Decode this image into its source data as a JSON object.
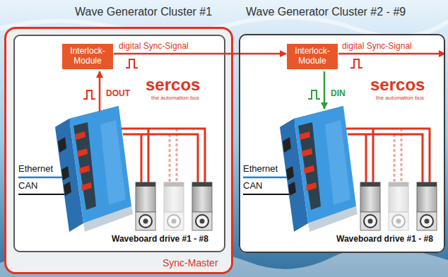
{
  "diagram": {
    "nodes": [
      {
        "text": [
          "Wave Generator Cluster #1",
          "Sync-Master"
        ]
      },
      {
        "text": [
          "Interlock-Module"
        ],
        "in": 0
      },
      {
        "text": [
          "Wave Generator Cluster #2 - #9"
        ]
      },
      {
        "text": [
          "Interlock-Module"
        ],
        "in": 2
      }
    ],
    "edges": [
      {
        "from": 1,
        "to": 3,
        "arrow": "to",
        "label": "digital Sync-Signal"
      }
    ],
    "labels": [
      "DOUT",
      "sercos",
      "the automation bus",
      "Ethernet",
      "CAN",
      "Waveboard drive #1 - #8",
      "digital Sync-Signal",
      "DIN",
      "sercos",
      "the automation bus",
      "Ethernet",
      "CAN",
      "Waveboard drive #1 - #8"
    ]
  }
}
